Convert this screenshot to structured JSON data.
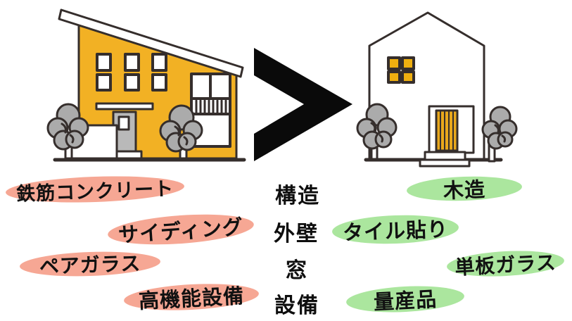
{
  "operator_symbol": ">",
  "comparison_rows": [
    {
      "category": "構造",
      "left": "鉄筋コンクリート",
      "right": "木造"
    },
    {
      "category": "外壁",
      "left": "サイディング",
      "right": "タイル貼り"
    },
    {
      "category": "窓",
      "left": "ペアガラス",
      "right": "単板ガラス"
    },
    {
      "category": "設備",
      "left": "高機能設備",
      "right": "量産品"
    }
  ],
  "icons": {
    "left_illustration": "modern-two-story-house-icon",
    "right_illustration": "simple-wooden-house-icon",
    "between": "greater-than-icon",
    "decorations": "tree-icon"
  },
  "colors": {
    "left_highlight": "#F6A794",
    "right_highlight": "#ABE69E",
    "house_yellow": "#F2B124",
    "door_yellow": "#E9A81C",
    "tree_gray": "#ABABAB",
    "door_gray": "#B9B9B9",
    "outline": "#352E2C",
    "text": "#111111",
    "operator_black": "#0A0A0A"
  }
}
